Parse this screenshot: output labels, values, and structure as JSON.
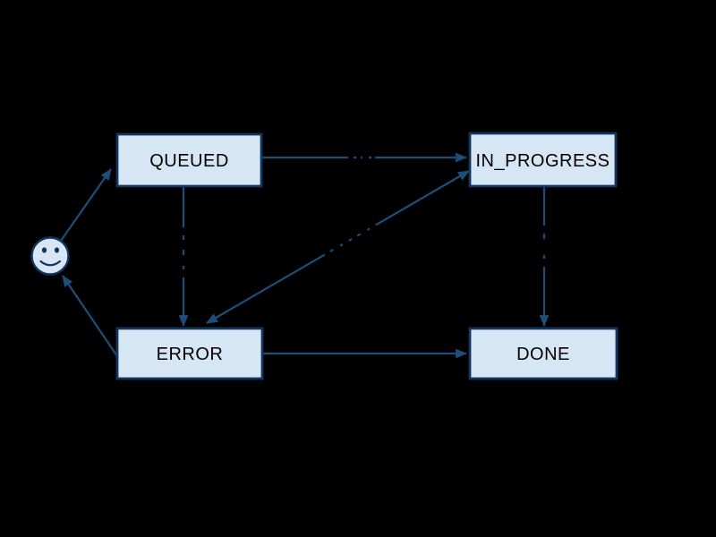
{
  "diagram": {
    "kind": "state-machine",
    "background": "#000000",
    "nodes": [
      {
        "id": "start",
        "type": "initial",
        "icon": "smiley-face",
        "label": ""
      },
      {
        "id": "queued",
        "type": "state",
        "label": "QUEUED"
      },
      {
        "id": "in_progress",
        "type": "state",
        "label": "IN_PROGRESS"
      },
      {
        "id": "error",
        "type": "state",
        "label": "ERROR"
      },
      {
        "id": "done",
        "type": "state",
        "label": "DONE"
      }
    ],
    "edges": [
      {
        "from": "start",
        "to": "queued"
      },
      {
        "from": "queued",
        "to": "in_progress"
      },
      {
        "from": "queued",
        "to": "error"
      },
      {
        "from": "in_progress",
        "to": "error",
        "bidirectional": true
      },
      {
        "from": "in_progress",
        "to": "done"
      },
      {
        "from": "error",
        "to": "done"
      },
      {
        "from": "error",
        "to": "start"
      }
    ],
    "colors": {
      "background": "#000000",
      "node_fill": "#d7e6f5",
      "node_border": "#12375f",
      "edge": "#1d4e79",
      "text": "#000000"
    }
  }
}
